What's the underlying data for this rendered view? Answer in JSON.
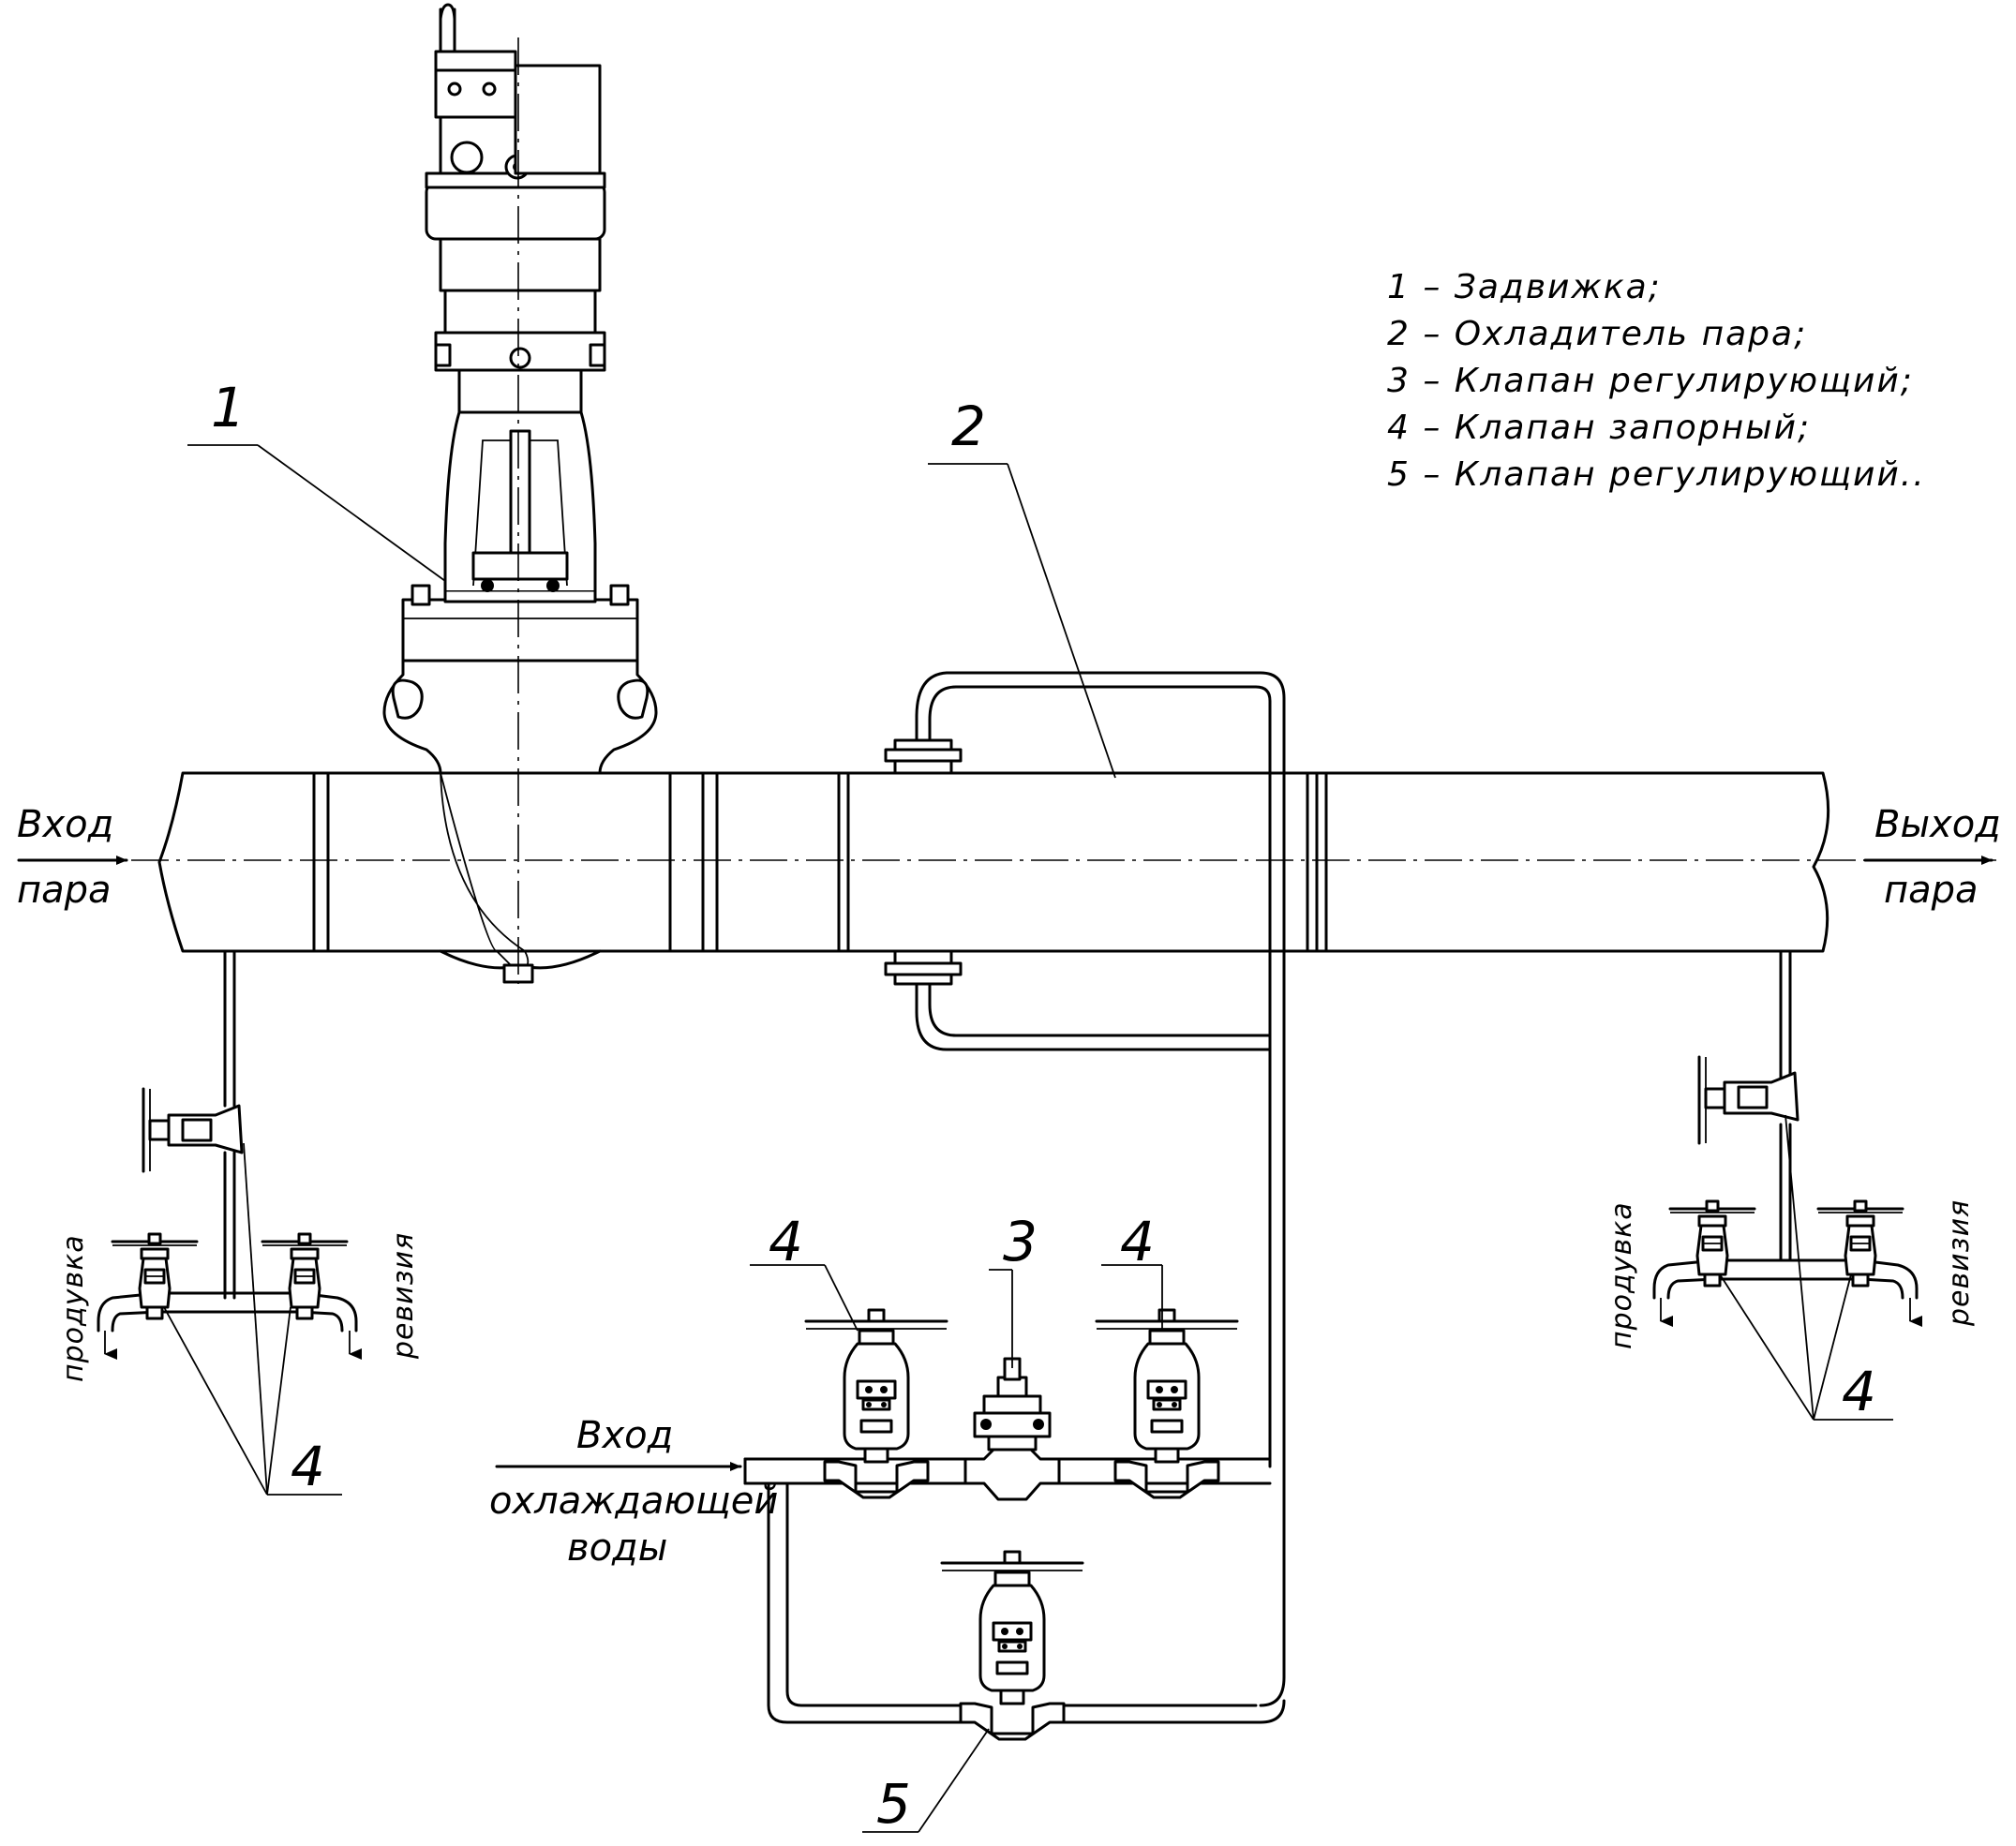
{
  "legend": [
    "1 – Задвижка;",
    "2 – Охладитель пара;",
    "3 – Клапан регулирующий;",
    "4 – Клапан запорный;",
    "5 – Клапан регулирующий.."
  ],
  "labels": {
    "inlet_steam_1": "Вход",
    "inlet_steam_2": "пара",
    "outlet_steam_1": "Выход",
    "outlet_steam_2": "пара",
    "inlet_water_1": "Вход",
    "inlet_water_2": "охлаждающей",
    "inlet_water_3": "воды",
    "blowdown": "продувка",
    "revision": "ревизия"
  },
  "callouts": {
    "gate_valve": "1",
    "desuperheater": "2",
    "control_valve": "3",
    "shutoff_valve": "4",
    "control_valve_5": "5"
  },
  "icons": {
    "valve": "handwheel-valve-icon",
    "actuator": "electric-actuator-icon",
    "flow": "arrow-right-icon"
  }
}
